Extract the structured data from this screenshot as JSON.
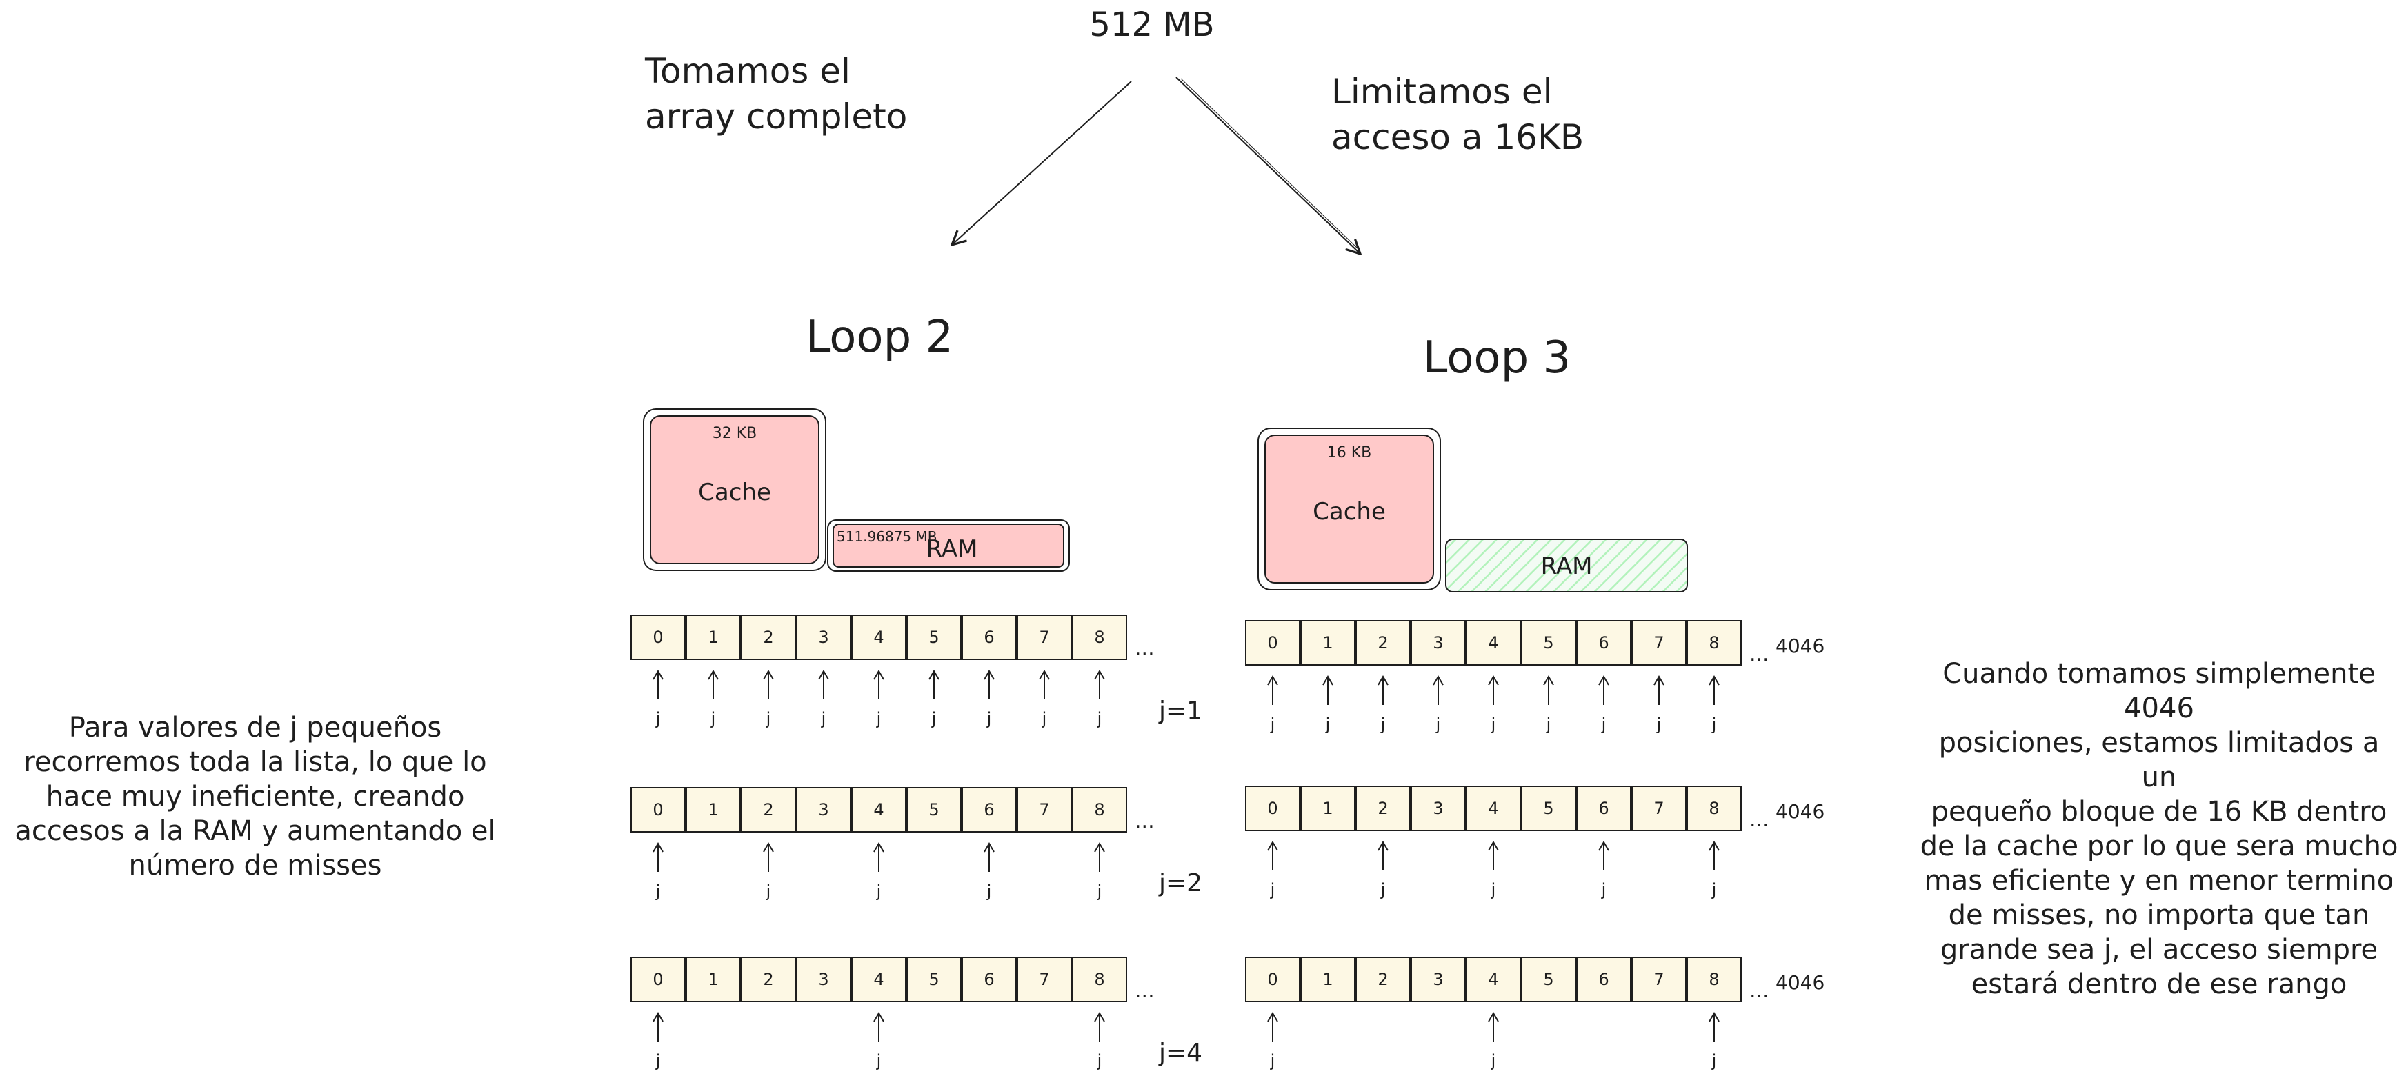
{
  "top": {
    "size_label": "512 MB",
    "left_branch_label": "Tomamos el\narray completo",
    "right_branch_label": "Limitamos el\nacceso a 16KB"
  },
  "loops": [
    {
      "title": "Loop 2",
      "cache": {
        "size": "32 KB",
        "label": "Cache",
        "fill": "#ffc9c9"
      },
      "ram": {
        "size": "511.96875 MB",
        "label": "RAM",
        "fill": "#ffc9c9",
        "pattern": "solid"
      },
      "rows": [
        {
          "cells": [
            "0",
            "1",
            "2",
            "3",
            "4",
            "5",
            "6",
            "7",
            "8"
          ],
          "ellipsis": "...",
          "end_label": "",
          "step_label": "j=1",
          "pointer_cells": [
            0,
            1,
            2,
            3,
            4,
            5,
            6,
            7,
            8
          ],
          "pointer_label": "j"
        },
        {
          "cells": [
            "0",
            "1",
            "2",
            "3",
            "4",
            "5",
            "6",
            "7",
            "8"
          ],
          "ellipsis": "...",
          "end_label": "",
          "step_label": "j=2",
          "pointer_cells": [
            0,
            2,
            4,
            6,
            8
          ],
          "pointer_label": "j"
        },
        {
          "cells": [
            "0",
            "1",
            "2",
            "3",
            "4",
            "5",
            "6",
            "7",
            "8"
          ],
          "ellipsis": "...",
          "end_label": "",
          "step_label": "j=4",
          "pointer_cells": [
            0,
            4,
            8
          ],
          "pointer_label": "j"
        }
      ]
    },
    {
      "title": "Loop 3",
      "cache": {
        "size": "16 KB",
        "label": "Cache",
        "fill": "#ffc9c9"
      },
      "ram": {
        "size": "",
        "label": "RAM",
        "fill": "#b2f2bb",
        "pattern": "hatch"
      },
      "rows": [
        {
          "cells": [
            "0",
            "1",
            "2",
            "3",
            "4",
            "5",
            "6",
            "7",
            "8"
          ],
          "ellipsis": "...",
          "end_label": "4046",
          "step_label": "",
          "pointer_cells": [
            0,
            1,
            2,
            3,
            4,
            5,
            6,
            7,
            8
          ],
          "pointer_label": "j"
        },
        {
          "cells": [
            "0",
            "1",
            "2",
            "3",
            "4",
            "5",
            "6",
            "7",
            "8"
          ],
          "ellipsis": "...",
          "end_label": "4046",
          "step_label": "",
          "pointer_cells": [
            0,
            2,
            4,
            6,
            8
          ],
          "pointer_label": "j"
        },
        {
          "cells": [
            "0",
            "1",
            "2",
            "3",
            "4",
            "5",
            "6",
            "7",
            "8"
          ],
          "ellipsis": "...",
          "end_label": "4046",
          "step_label": "",
          "pointer_cells": [
            0,
            4,
            8
          ],
          "pointer_label": "j"
        }
      ]
    }
  ],
  "notes": {
    "left": "Para valores de j pequeños\nrecorremos toda la lista, lo que lo\nhace muy ineficiente, creando\naccesos a la RAM y aumentando el\nnúmero de misses",
    "right": "Cuando tomamos simplemente 4046\nposiciones, estamos limitados a un\npequeño bloque de 16 KB dentro\nde la cache por lo que sera mucho\nmas eficiente y en menor termino\nde misses, no importa que tan\ngrande sea j, el acceso siempre\nestará dentro de ese rango"
  },
  "colors": {
    "stroke": "#1e1e1e",
    "cell_fill": "#fdf8e4",
    "cache_fill": "#ffc9c9",
    "ram_hatch": "#b2f2bb"
  }
}
